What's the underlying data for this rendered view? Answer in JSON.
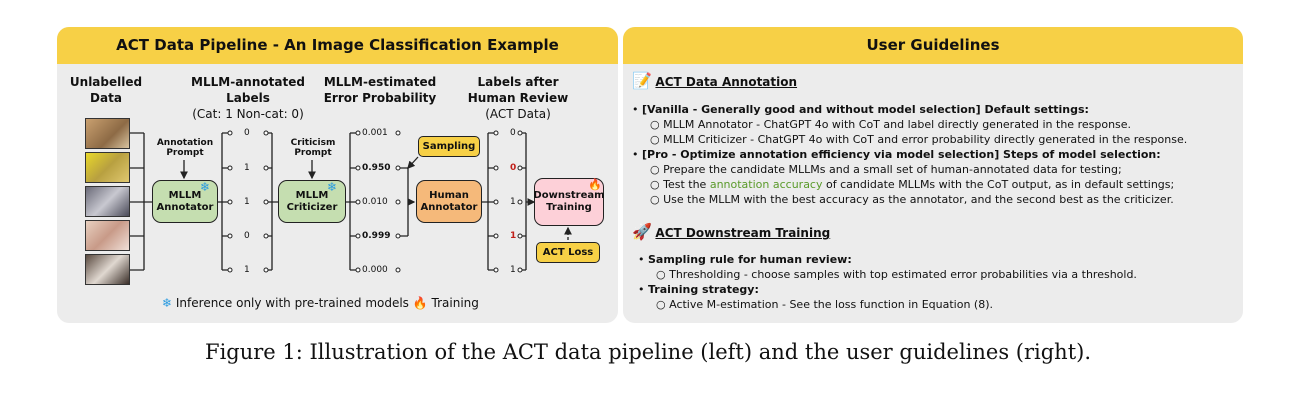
{
  "left_panel": {
    "title": "ACT Data Pipeline - An Image Classification Example",
    "col1": {
      "line1": "Unlabelled",
      "line2": "Data"
    },
    "col2": {
      "line1": "MLLM-annotated",
      "line2": "Labels",
      "line3": "(Cat: 1 Non-cat: 0)"
    },
    "col3": {
      "line1": "MLLM-estimated",
      "line2": "Error Probability"
    },
    "col4": {
      "line1": "Labels after",
      "line2": "Human Review",
      "line3": "(ACT Data)"
    },
    "annotation_prompt": {
      "line1": "Annotation",
      "line2": "Prompt"
    },
    "criticism_prompt": {
      "line1": "Criticism",
      "line2": "Prompt"
    },
    "mllm_annotator": {
      "line1": "MLLM",
      "line2": "Annotator"
    },
    "mllm_criticizer": {
      "line1": "MLLM",
      "line2": "Criticizer"
    },
    "sampling": "Sampling",
    "human_annotator": {
      "line1": "Human",
      "line2": "Annotator"
    },
    "downstream_training": {
      "line1": "Downstream",
      "line2": "Training"
    },
    "act_loss": "ACT Loss",
    "mllm_labels": [
      "0",
      "1",
      "1",
      "0",
      "1"
    ],
    "error_probs": [
      "0.001",
      "0.950",
      "0.010",
      "0.999",
      "0.000"
    ],
    "final_labels": [
      "0",
      "0",
      "1",
      "1",
      "1"
    ],
    "final_label_changed": [
      false,
      true,
      false,
      true,
      false
    ],
    "legend": {
      "inference": "Inference only with pre-trained models",
      "training": "Training"
    },
    "colors": {
      "header": "#f7d046",
      "green_box": "#c5deb0",
      "orange_box": "#f5b97a",
      "pink_box": "#fdd0d8",
      "changed_label": "#c0201a"
    }
  },
  "right_panel": {
    "title": "User Guidelines",
    "section1": {
      "title": "ACT Data Annotation",
      "icon": "notepad-icon",
      "bullet1": "[Vanilla - Generally good and without model selection] Default settings:",
      "bullet1_sub": [
        "MLLM Annotator - ChatGPT 4o with CoT and label directly generated in the response.",
        "MLLM Criticizer - ChatGPT 4o with CoT and error probability directly generated in the response."
      ],
      "bullet2": "[Pro - Optimize annotation efficiency via model selection] Steps of model selection:",
      "bullet2_sub1": "Prepare the candidate MLLMs and a small set of human-annotated data for testing;",
      "bullet2_sub2_pre": "Test the ",
      "bullet2_sub2_hl": "annotation accuracy",
      "bullet2_sub2_post": " of candidate MLLMs with the CoT output, as in default settings;",
      "bullet2_sub3": "Use the MLLM with the best accuracy as the annotator, and the second best as the criticizer."
    },
    "section2": {
      "title": "ACT Downstream Training",
      "icon": "rocket-icon",
      "bullet1": "Sampling rule for human review:",
      "bullet1_sub": "Thresholding - choose samples with top estimated error probabilities via a threshold.",
      "bullet2": "Training strategy:",
      "bullet2_sub": "Active M-estimation - See the loss function in Equation (8)."
    }
  },
  "caption": "Figure 1: Illustration of the ACT data pipeline (left) and the user guidelines (right)."
}
